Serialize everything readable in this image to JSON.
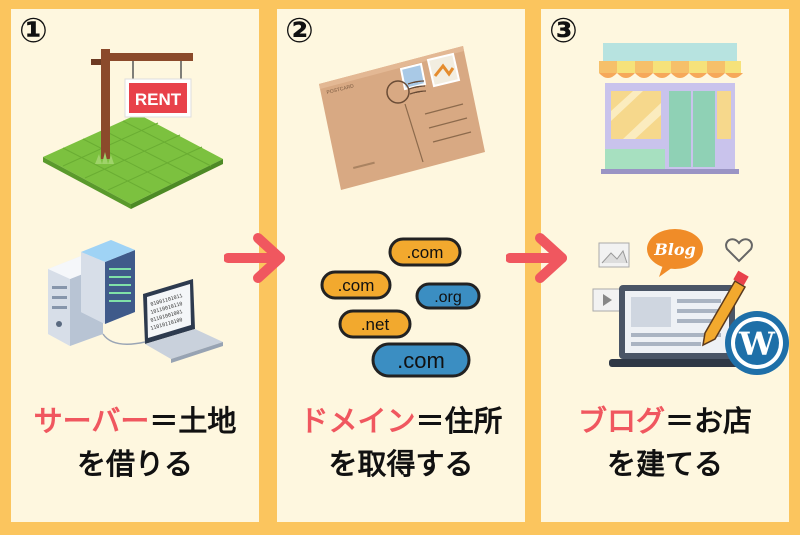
{
  "colors": {
    "background": "#fbc55e",
    "panel": "#fef7df",
    "accent": "#f0575f",
    "text": "#111111",
    "domain_pill": "#f2a92e",
    "domain_pill_blue": "#3b8ec2"
  },
  "steps": [
    {
      "number": "①",
      "highlight": "サーバー",
      "rest_line1": "＝土地",
      "line2": "を借りる",
      "illustrations": [
        "rent-sign-land",
        "server-laptop"
      ]
    },
    {
      "number": "②",
      "highlight": "ドメイン",
      "rest_line1": "＝住所",
      "line2": "を取得する",
      "illustrations": [
        "postcard",
        "domain-tags"
      ]
    },
    {
      "number": "③",
      "highlight": "ブログ",
      "rest_line1": "＝お店",
      "line2": "を建てる",
      "illustrations": [
        "storefront",
        "blog-wordpress"
      ]
    }
  ],
  "rent_sign": "RENT",
  "postcard_label": "POSTCARD",
  "domains": [
    ".com",
    ".com",
    ".org",
    ".net",
    ".com"
  ],
  "blog_bubble": "Blog",
  "arrows": [
    "right-arrow",
    "right-arrow"
  ]
}
